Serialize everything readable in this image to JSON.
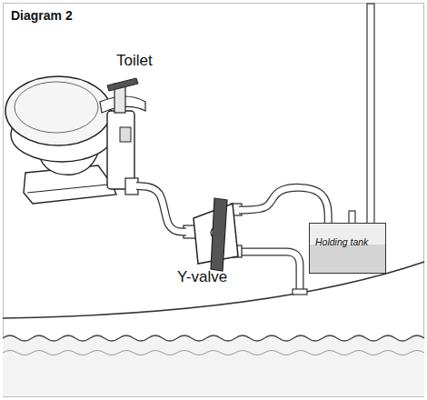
{
  "diagram": {
    "title": "Diagram 2",
    "nodes": [
      {
        "text": [
          "Toilet"
        ]
      },
      {
        "text": [
          "Y-valve"
        ]
      },
      {
        "text": [
          "Holding tank"
        ]
      }
    ],
    "edges": [
      {
        "from": 0,
        "to": 1,
        "arrow": "none"
      },
      {
        "from": 1,
        "to": 2,
        "arrow": "none"
      }
    ]
  }
}
